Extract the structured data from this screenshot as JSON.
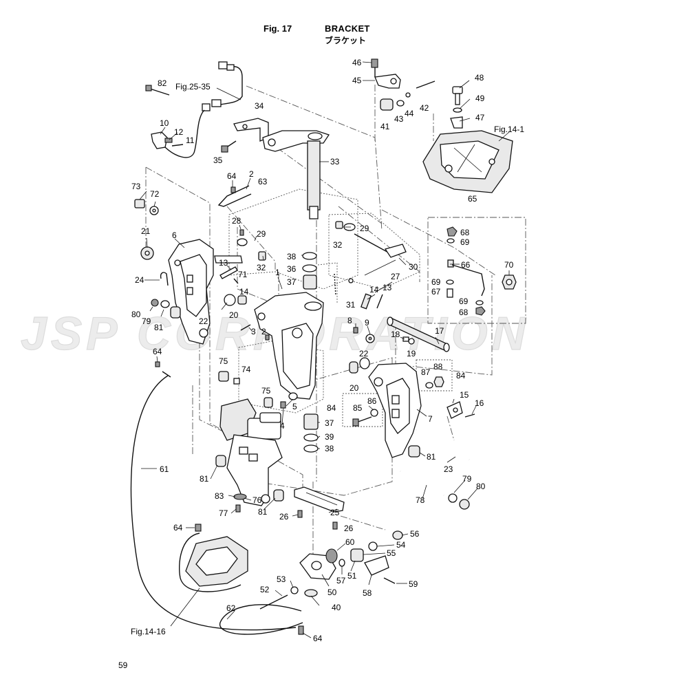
{
  "header": {
    "fig_no": "Fig. 17",
    "title_en": "BRACKET",
    "title_jp": "ブラケット"
  },
  "page_number": "59",
  "watermark": "JSP CORPORATION",
  "references": {
    "fig_25_35": "Fig.25-35",
    "fig_14_1": "Fig.14-1",
    "fig_14_16": "Fig.14-16"
  },
  "callouts": [
    {
      "id": "c46",
      "label": "46"
    },
    {
      "id": "c45",
      "label": "45"
    },
    {
      "id": "c41",
      "label": "41"
    },
    {
      "id": "c43",
      "label": "43"
    },
    {
      "id": "c44",
      "label": "44"
    },
    {
      "id": "c42",
      "label": "42"
    },
    {
      "id": "c48",
      "label": "48"
    },
    {
      "id": "c49",
      "label": "49"
    },
    {
      "id": "c47",
      "label": "47"
    },
    {
      "id": "c82",
      "label": "82"
    },
    {
      "id": "c34",
      "label": "34"
    },
    {
      "id": "c10",
      "label": "10"
    },
    {
      "id": "c12",
      "label": "12"
    },
    {
      "id": "c11",
      "label": "11"
    },
    {
      "id": "c35",
      "label": "35"
    },
    {
      "id": "c33",
      "label": "33"
    },
    {
      "id": "c64a",
      "label": "64"
    },
    {
      "id": "c2a",
      "label": "2"
    },
    {
      "id": "c63",
      "label": "63"
    },
    {
      "id": "c73",
      "label": "73"
    },
    {
      "id": "c72",
      "label": "72"
    },
    {
      "id": "c65",
      "label": "65"
    },
    {
      "id": "c28",
      "label": "28"
    },
    {
      "id": "c29a",
      "label": "29"
    },
    {
      "id": "c29b",
      "label": "29"
    },
    {
      "id": "c32a",
      "label": "32"
    },
    {
      "id": "c32b",
      "label": "32"
    },
    {
      "id": "c68a",
      "label": "68"
    },
    {
      "id": "c69a",
      "label": "69"
    },
    {
      "id": "c21",
      "label": "21"
    },
    {
      "id": "c6",
      "label": "6"
    },
    {
      "id": "c38a",
      "label": "38"
    },
    {
      "id": "c36",
      "label": "36"
    },
    {
      "id": "c30",
      "label": "30"
    },
    {
      "id": "c66",
      "label": "66"
    },
    {
      "id": "c70",
      "label": "70"
    },
    {
      "id": "c13a",
      "label": "13"
    },
    {
      "id": "c71",
      "label": "71"
    },
    {
      "id": "c1",
      "label": "1"
    },
    {
      "id": "c27",
      "label": "27"
    },
    {
      "id": "c37a",
      "label": "37"
    },
    {
      "id": "c69b",
      "label": "69"
    },
    {
      "id": "c67",
      "label": "67"
    },
    {
      "id": "c24",
      "label": "24"
    },
    {
      "id": "c14a",
      "label": "14"
    },
    {
      "id": "c14b",
      "label": "14"
    },
    {
      "id": "c13b",
      "label": "13"
    },
    {
      "id": "c69c",
      "label": "69"
    },
    {
      "id": "c68b",
      "label": "68"
    },
    {
      "id": "c31",
      "label": "31"
    },
    {
      "id": "c80a",
      "label": "80"
    },
    {
      "id": "c79a",
      "label": "79"
    },
    {
      "id": "c81a",
      "label": "81"
    },
    {
      "id": "c22a",
      "label": "22"
    },
    {
      "id": "c20a",
      "label": "20"
    },
    {
      "id": "c3",
      "label": "3"
    },
    {
      "id": "c2b",
      "label": "2"
    },
    {
      "id": "c8",
      "label": "8"
    },
    {
      "id": "c9",
      "label": "9"
    },
    {
      "id": "c17",
      "label": "17"
    },
    {
      "id": "c18",
      "label": "18"
    },
    {
      "id": "c19",
      "label": "19"
    },
    {
      "id": "c64b",
      "label": "64"
    },
    {
      "id": "c22b",
      "label": "22"
    },
    {
      "id": "c75a",
      "label": "75"
    },
    {
      "id": "c74",
      "label": "74"
    },
    {
      "id": "c87",
      "label": "87"
    },
    {
      "id": "c88",
      "label": "88"
    },
    {
      "id": "c84a",
      "label": "84"
    },
    {
      "id": "c20b",
      "label": "20"
    },
    {
      "id": "c75b",
      "label": "75"
    },
    {
      "id": "c5",
      "label": "5"
    },
    {
      "id": "c4",
      "label": "4"
    },
    {
      "id": "c15",
      "label": "15"
    },
    {
      "id": "c16",
      "label": "16"
    },
    {
      "id": "c86",
      "label": "86"
    },
    {
      "id": "c85",
      "label": "85"
    },
    {
      "id": "c84b",
      "label": "84"
    },
    {
      "id": "c7",
      "label": "7"
    },
    {
      "id": "c37b",
      "label": "37"
    },
    {
      "id": "c39",
      "label": "39"
    },
    {
      "id": "c38b",
      "label": "38"
    },
    {
      "id": "c81b",
      "label": "81"
    },
    {
      "id": "c61",
      "label": "61"
    },
    {
      "id": "c23",
      "label": "23"
    },
    {
      "id": "c81c",
      "label": "81"
    },
    {
      "id": "c79b",
      "label": "79"
    },
    {
      "id": "c80b",
      "label": "80"
    },
    {
      "id": "c83",
      "label": "83"
    },
    {
      "id": "c76",
      "label": "76"
    },
    {
      "id": "c78",
      "label": "78"
    },
    {
      "id": "c81d",
      "label": "81"
    },
    {
      "id": "c77",
      "label": "77"
    },
    {
      "id": "c25",
      "label": "25"
    },
    {
      "id": "c26a",
      "label": "26"
    },
    {
      "id": "c26b",
      "label": "26"
    },
    {
      "id": "c64c",
      "label": "64"
    },
    {
      "id": "c56",
      "label": "56"
    },
    {
      "id": "c54",
      "label": "54"
    },
    {
      "id": "c60",
      "label": "60"
    },
    {
      "id": "c55",
      "label": "55"
    },
    {
      "id": "c57",
      "label": "57"
    },
    {
      "id": "c51",
      "label": "51"
    },
    {
      "id": "c53",
      "label": "53"
    },
    {
      "id": "c59",
      "label": "59"
    },
    {
      "id": "c52",
      "label": "52"
    },
    {
      "id": "c50",
      "label": "50"
    },
    {
      "id": "c58",
      "label": "58"
    },
    {
      "id": "c40",
      "label": "40"
    },
    {
      "id": "c62",
      "label": "62"
    },
    {
      "id": "c64d",
      "label": "64"
    }
  ]
}
